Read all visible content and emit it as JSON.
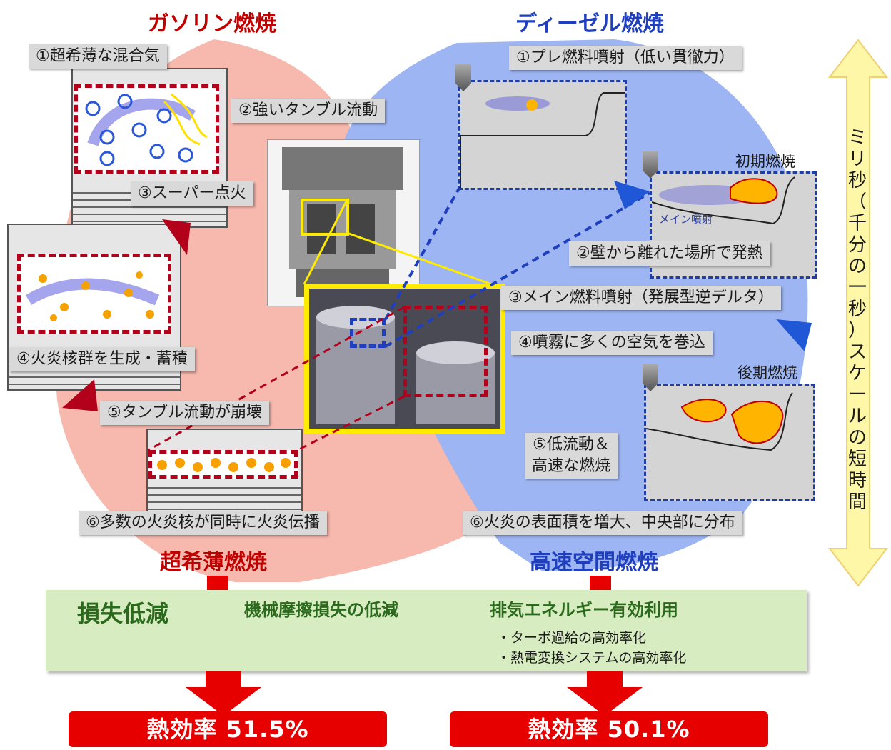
{
  "gasoline": {
    "title": "ガソリン燃焼",
    "steps": [
      "①超希薄な混合気",
      "②強いタンブル流動",
      "③スーパー点火",
      "④火炎核群を生成・蓄積",
      "⑤タンブル流動が崩壊",
      "⑥多数の火炎核が同時に火炎伝播"
    ],
    "result_label": "超希薄燃焼"
  },
  "diesel": {
    "title": "ディーゼル燃焼",
    "steps": [
      "①プレ燃料噴射（低い貫徹力）",
      "②壁から離れた場所で発熱",
      "③メイン燃料噴射（発展型逆デルタ）",
      "④噴霧に多くの空気を巻込",
      "⑤低流動＆",
      "高速な燃焼",
      "⑥火炎の表面積を増大、中央部に分布"
    ],
    "early": "初期燃焼",
    "late": "後期燃焼",
    "main_injection": "メイン噴射",
    "result_label": "高速空間燃焼"
  },
  "scale_label": [
    "ミ",
    "リ",
    "秒",
    "（",
    "千",
    "分",
    "の",
    "一",
    "秒",
    "）",
    "ス",
    "ケ",
    "ー",
    "ル",
    "の",
    "短",
    "時",
    "間"
  ],
  "band": {
    "loss": "損失低減",
    "mech": "機械摩擦損失の低減",
    "exhaust": "排気エネルギー有効利用",
    "bullet1": "・ターボ過給の高効率化",
    "bullet2": "・熱電変換システムの高効率化"
  },
  "results": {
    "left": "熱効率 51.5%",
    "right": "熱効率 50.1%"
  },
  "colors": {
    "red": "#c00000",
    "blue": "#1f3fbf",
    "pink": "#f7b8ad",
    "lightblue": "#9db5f2",
    "green": "#d7ecc0",
    "yellow_arrow": "#fff7a8"
  }
}
